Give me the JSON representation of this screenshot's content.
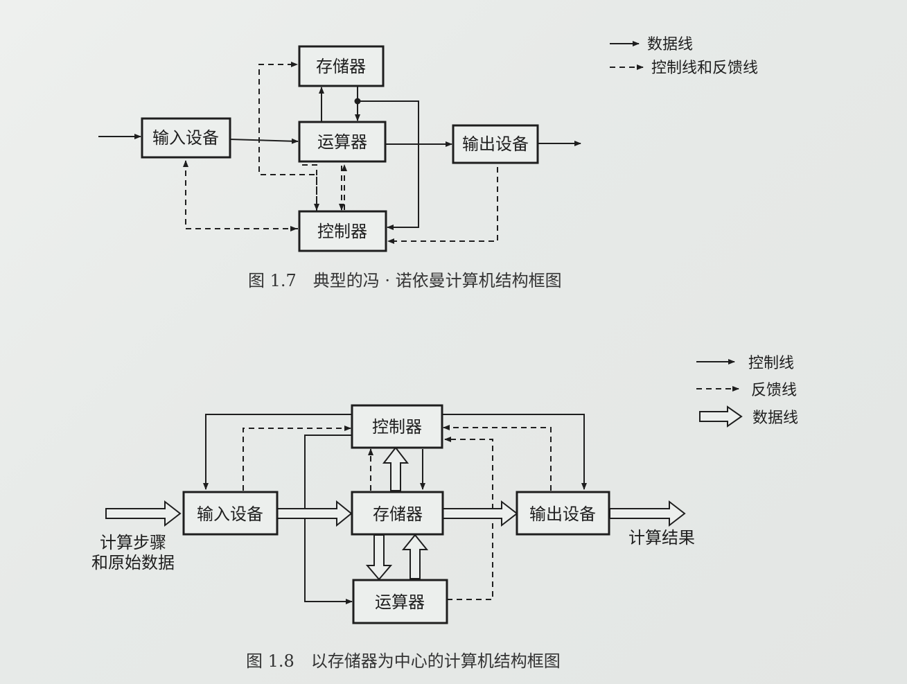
{
  "fig17": {
    "legend": {
      "data_line": "数据线",
      "control_feedback_line": "控制线和反馈线"
    },
    "boxes": {
      "memory": "存储器",
      "input": "输入设备",
      "alu": "运算器",
      "output": "输出设备",
      "controller": "控制器"
    },
    "caption": "图 1.7　典型的冯 · 诺依曼计算机结构框图"
  },
  "fig18": {
    "legend": {
      "control_line": "控制线",
      "feedback_line": "反馈线",
      "data_line": "数据线"
    },
    "boxes": {
      "controller": "控制器",
      "input": "输入设备",
      "memory": "存储器",
      "output": "输出设备",
      "alu": "运算器"
    },
    "input_label_line1": "计算步骤",
    "input_label_line2": "和原始数据",
    "output_label": "计算结果",
    "caption": "图 1.8　以存储器为中心的计算机结构框图"
  }
}
